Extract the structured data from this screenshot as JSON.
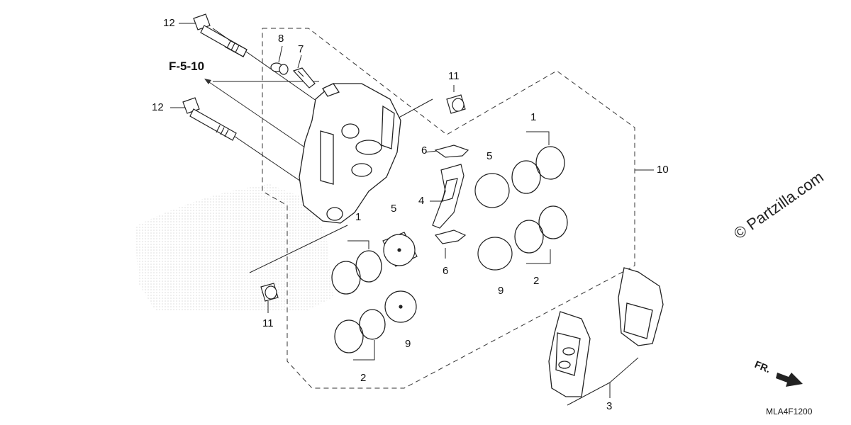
{
  "diagram": {
    "reference": "F-5-10",
    "diagram_code": "MLA4F1200",
    "watermark": "© Partzilla.com",
    "direction": "FR.",
    "callouts": {
      "c1_left": "1",
      "c1_right": "1",
      "c2_left": "2",
      "c2_right": "2",
      "c3": "3",
      "c4": "4",
      "c5_left": "5",
      "c5_right": "5",
      "c6_top": "6",
      "c6_bottom": "6",
      "c7": "7",
      "c8": "8",
      "c9_left": "9",
      "c9_right": "9",
      "c10": "10",
      "c11_top": "11",
      "c11_bottom": "11",
      "c12_top": "12",
      "c12_bottom": "12"
    }
  }
}
